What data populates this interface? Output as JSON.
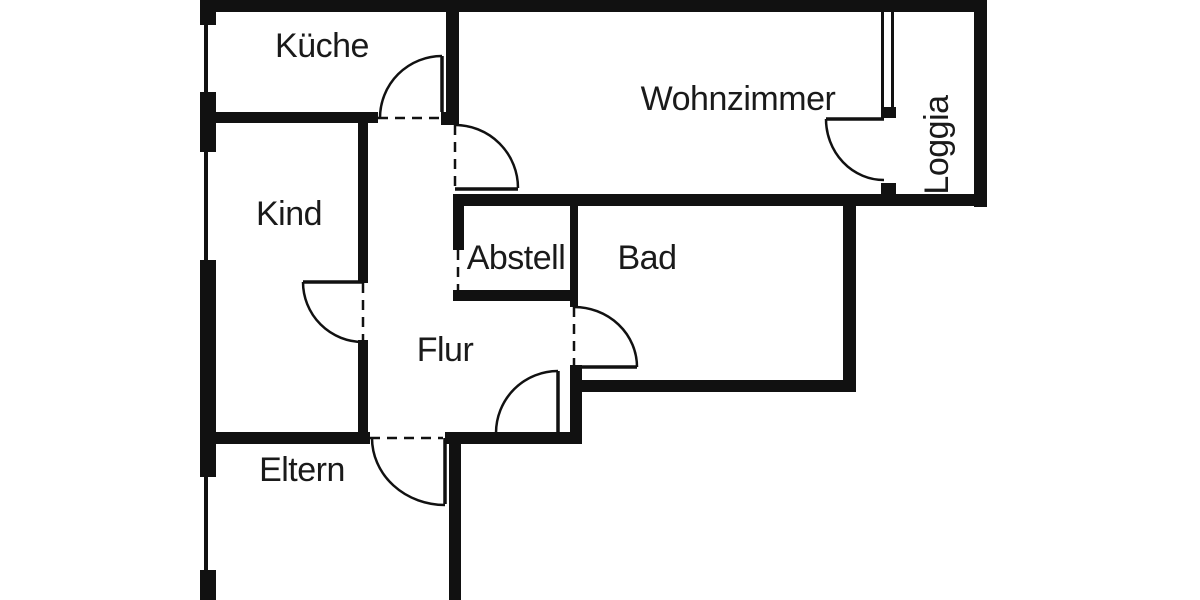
{
  "plan": {
    "type": "apartment-floor-plan",
    "palette": {
      "wall": "#111111",
      "background": "#ffffff",
      "label": "#1a1a1a"
    }
  },
  "rooms": [
    {
      "id": "kueche",
      "label": "Küche",
      "orientation": "horizontal"
    },
    {
      "id": "wohnzimmer",
      "label": "Wohnzimmer",
      "orientation": "horizontal"
    },
    {
      "id": "loggia",
      "label": "Loggia",
      "orientation": "vertical"
    },
    {
      "id": "kind",
      "label": "Kind",
      "orientation": "horizontal"
    },
    {
      "id": "abstell",
      "label": "Abstell",
      "orientation": "horizontal"
    },
    {
      "id": "bad",
      "label": "Bad",
      "orientation": "horizontal"
    },
    {
      "id": "flur",
      "label": "Flur",
      "orientation": "horizontal"
    },
    {
      "id": "eltern",
      "label": "Eltern",
      "orientation": "horizontal"
    }
  ]
}
